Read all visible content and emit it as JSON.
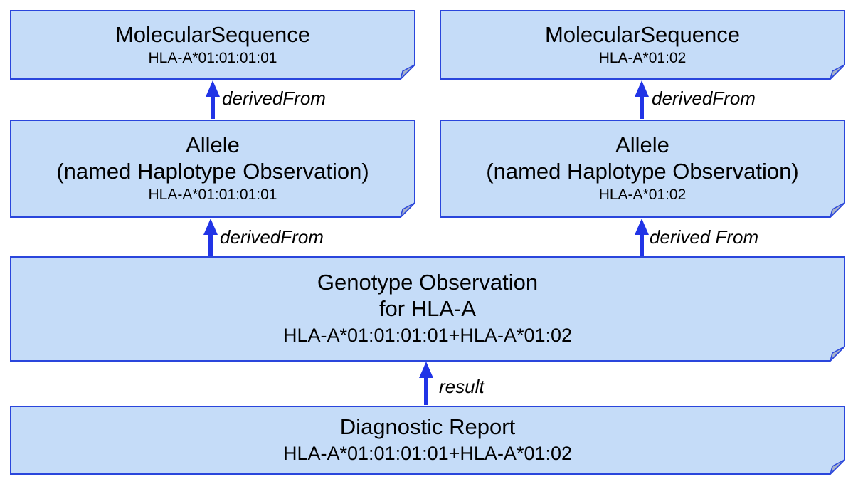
{
  "diagram": {
    "nodes": [
      {
        "id": "molecular-sequence-left",
        "title": "MolecularSequence",
        "subtitle": "HLA-A*01:01:01:01"
      },
      {
        "id": "molecular-sequence-right",
        "title": "MolecularSequence",
        "subtitle": "HLA-A*01:02"
      },
      {
        "id": "allele-left",
        "title": "Allele",
        "line2": "(named Haplotype Observation)",
        "subtitle": "HLA-A*01:01:01:01"
      },
      {
        "id": "allele-right",
        "title": "Allele",
        "line2": "(named Haplotype Observation)",
        "subtitle": "HLA-A*01:02"
      },
      {
        "id": "genotype-observation",
        "title": "Genotype Observation",
        "line2": "for HLA-A",
        "subtitle": "HLA-A*01:01:01:01+HLA-A*01:02"
      },
      {
        "id": "diagnostic-report",
        "title": "Diagnostic Report",
        "subtitle": "HLA-A*01:01:01:01+HLA-A*01:02"
      }
    ],
    "edges": [
      {
        "label": "derivedFrom",
        "from": "allele-left",
        "to": "molecular-sequence-left"
      },
      {
        "label": "derivedFrom",
        "from": "allele-right",
        "to": "molecular-sequence-right"
      },
      {
        "label": "derivedFrom",
        "from": "genotype-observation",
        "to": "allele-left"
      },
      {
        "label": "derived From",
        "from": "genotype-observation",
        "to": "allele-right"
      },
      {
        "label": "result",
        "from": "diagnostic-report",
        "to": "genotype-observation"
      }
    ],
    "colors": {
      "node_fill": "#c5dcf8",
      "node_border": "#2a46dc",
      "fold_fill": "#a7b2ca",
      "arrow": "#2134e6",
      "label_text": "#000000",
      "background": "#ffffff"
    }
  }
}
